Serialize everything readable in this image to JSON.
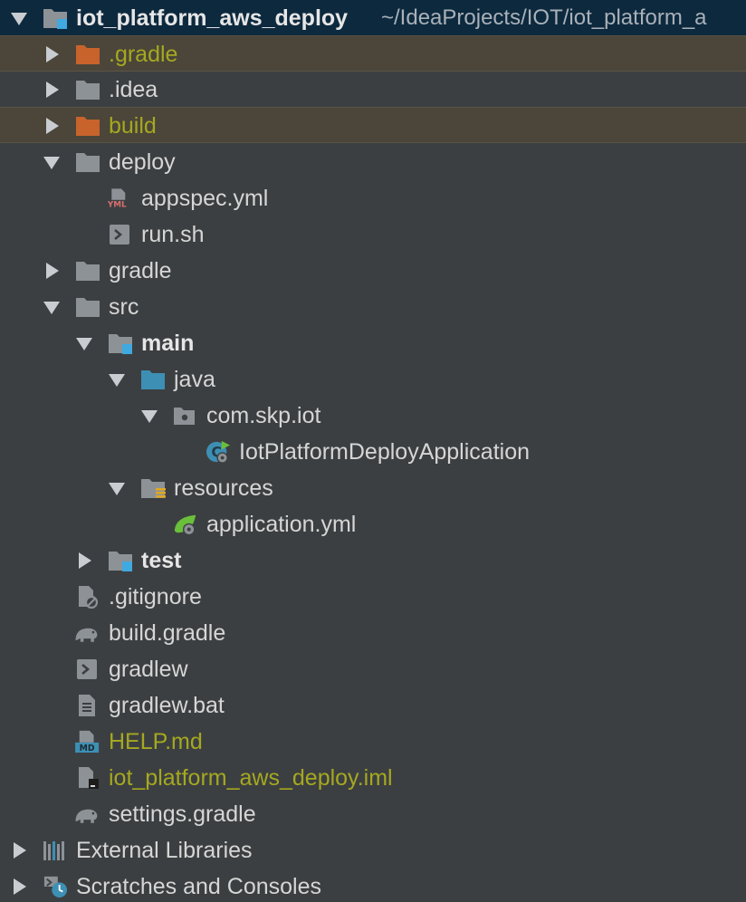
{
  "project": {
    "name": "iot_platform_aws_deploy",
    "path": "~/IdeaProjects/IOT/iot_platform_a"
  },
  "tree": {
    "gradle_dir": ".gradle",
    "idea_dir": ".idea",
    "build_dir": "build",
    "deploy_dir": "deploy",
    "appspec": "appspec.yml",
    "run_sh": "run.sh",
    "gradle_folder": "gradle",
    "src_dir": "src",
    "main_dir": "main",
    "java_dir": "java",
    "package": "com.skp.iot",
    "app_class": "IotPlatformDeployApplication",
    "resources_dir": "resources",
    "application_yml": "application.yml",
    "test_dir": "test",
    "gitignore": ".gitignore",
    "build_gradle": "build.gradle",
    "gradlew": "gradlew",
    "gradlew_bat": "gradlew.bat",
    "help_md": "HELP.md",
    "iml_file": "iot_platform_aws_deploy.iml",
    "settings_gradle": "settings.gradle",
    "external_libraries": "External Libraries",
    "scratches": "Scratches and Consoles"
  },
  "icon_labels": {
    "yml_badge": "YML",
    "md_badge": "MD"
  },
  "colors": {
    "background": "#3c3f41",
    "header_bg": "#0d293e",
    "highlight_bg": "#4b4639",
    "text": "#d6d6d6",
    "olive_text": "#a5a820",
    "folder_gray": "#8d9297",
    "folder_orange": "#c8632c",
    "folder_blue": "#3d8fb4",
    "module_blue": "#3fa9e0"
  }
}
